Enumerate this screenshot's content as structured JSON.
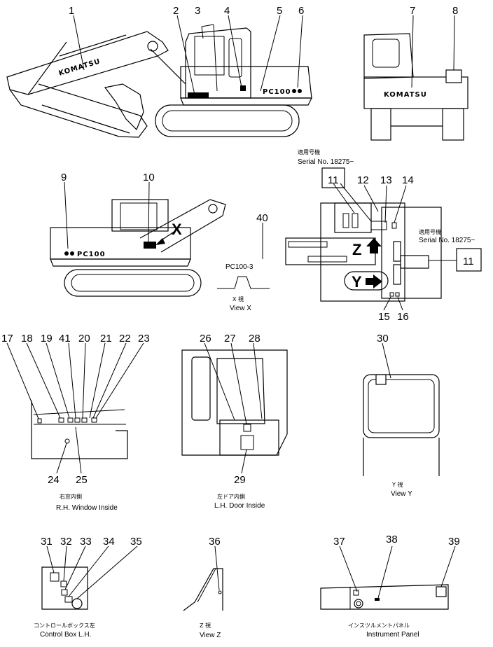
{
  "brand_text": "KOMATSU",
  "model_badge": "PC100",
  "callouts": [
    "1",
    "2",
    "3",
    "4",
    "5",
    "6",
    "7",
    "8",
    "9",
    "10",
    "11",
    "12",
    "13",
    "14",
    "15",
    "16",
    "17",
    "18",
    "19",
    "20",
    "21",
    "22",
    "23",
    "24",
    "25",
    "26",
    "27",
    "28",
    "29",
    "30",
    "31",
    "32",
    "33",
    "34",
    "35",
    "36",
    "37",
    "38",
    "39",
    "40",
    "41"
  ],
  "serial": {
    "jp": "適用号機",
    "label": "Serial No. 18275~",
    "label_right": "Serial No. 18275~"
  },
  "view_x": {
    "decal_text": "PC100-3",
    "jp": "X 視",
    "en": "View X",
    "arrow_letter": "X"
  },
  "arrows": {
    "z": "Z",
    "y": "Y"
  },
  "captions": {
    "rh_window_jp": "右窓内側",
    "rh_window_en": "R.H. Window Inside",
    "lh_door_jp": "左ドア内側",
    "lh_door_en": "L.H. Door Inside",
    "view_y_jp": "Y 視",
    "view_y_en": "View Y",
    "control_box_jp": "コントロールボックス左",
    "control_box_en": "Control Box L.H.",
    "view_z_jp": "Z 視",
    "view_z_en": "View Z",
    "instrument_jp": "インスツルメントパネル",
    "instrument_en": "Instrument Panel"
  }
}
